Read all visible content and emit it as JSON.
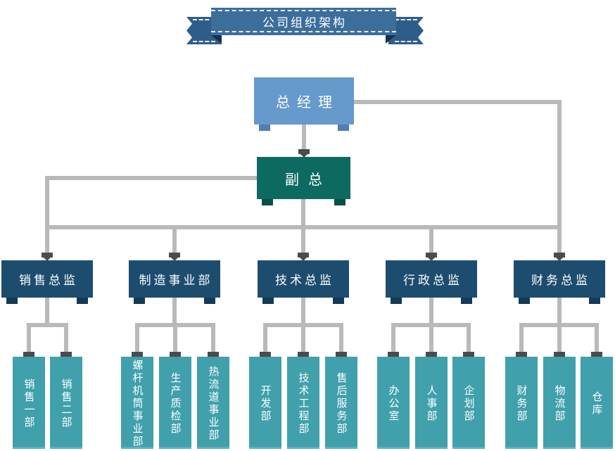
{
  "title_banner": {
    "title": "公司组织架构"
  },
  "org": {
    "root": {
      "label": "总经理"
    },
    "deputy": {
      "label": "副总"
    },
    "groups": [
      {
        "director": "销售总监",
        "children": [
          "销售一部",
          "销售二部"
        ]
      },
      {
        "director": "制造事业部",
        "children": [
          "螺杆机筒事业部",
          "生产质检部",
          "热流道事业部"
        ]
      },
      {
        "director": "技术总监",
        "children": [
          "开发部",
          "技术工程部",
          "售后服务部"
        ]
      },
      {
        "director": "行政总监",
        "children": [
          "办公室",
          "人事部",
          "企划部"
        ]
      },
      {
        "director": "财务总监",
        "children": [
          "财务部",
          "物流部",
          "仓库"
        ]
      }
    ]
  },
  "colors": {
    "banner_band": "#3c6e9c",
    "banner_tail": "#2e5d8a",
    "banner_fold": "#16324f",
    "banner_dash": "#e9eef4",
    "root_fill": "#6699cc",
    "root_foot": "#4e7fb3",
    "deputy_fill": "#0d6a61",
    "deputy_foot": "#094f47",
    "director_fill": "#1d4d6e",
    "director_foot": "#143a54",
    "child_fill": "#40a0ac",
    "line": "#b9b9bc",
    "arrow": "#4a4a4f"
  }
}
